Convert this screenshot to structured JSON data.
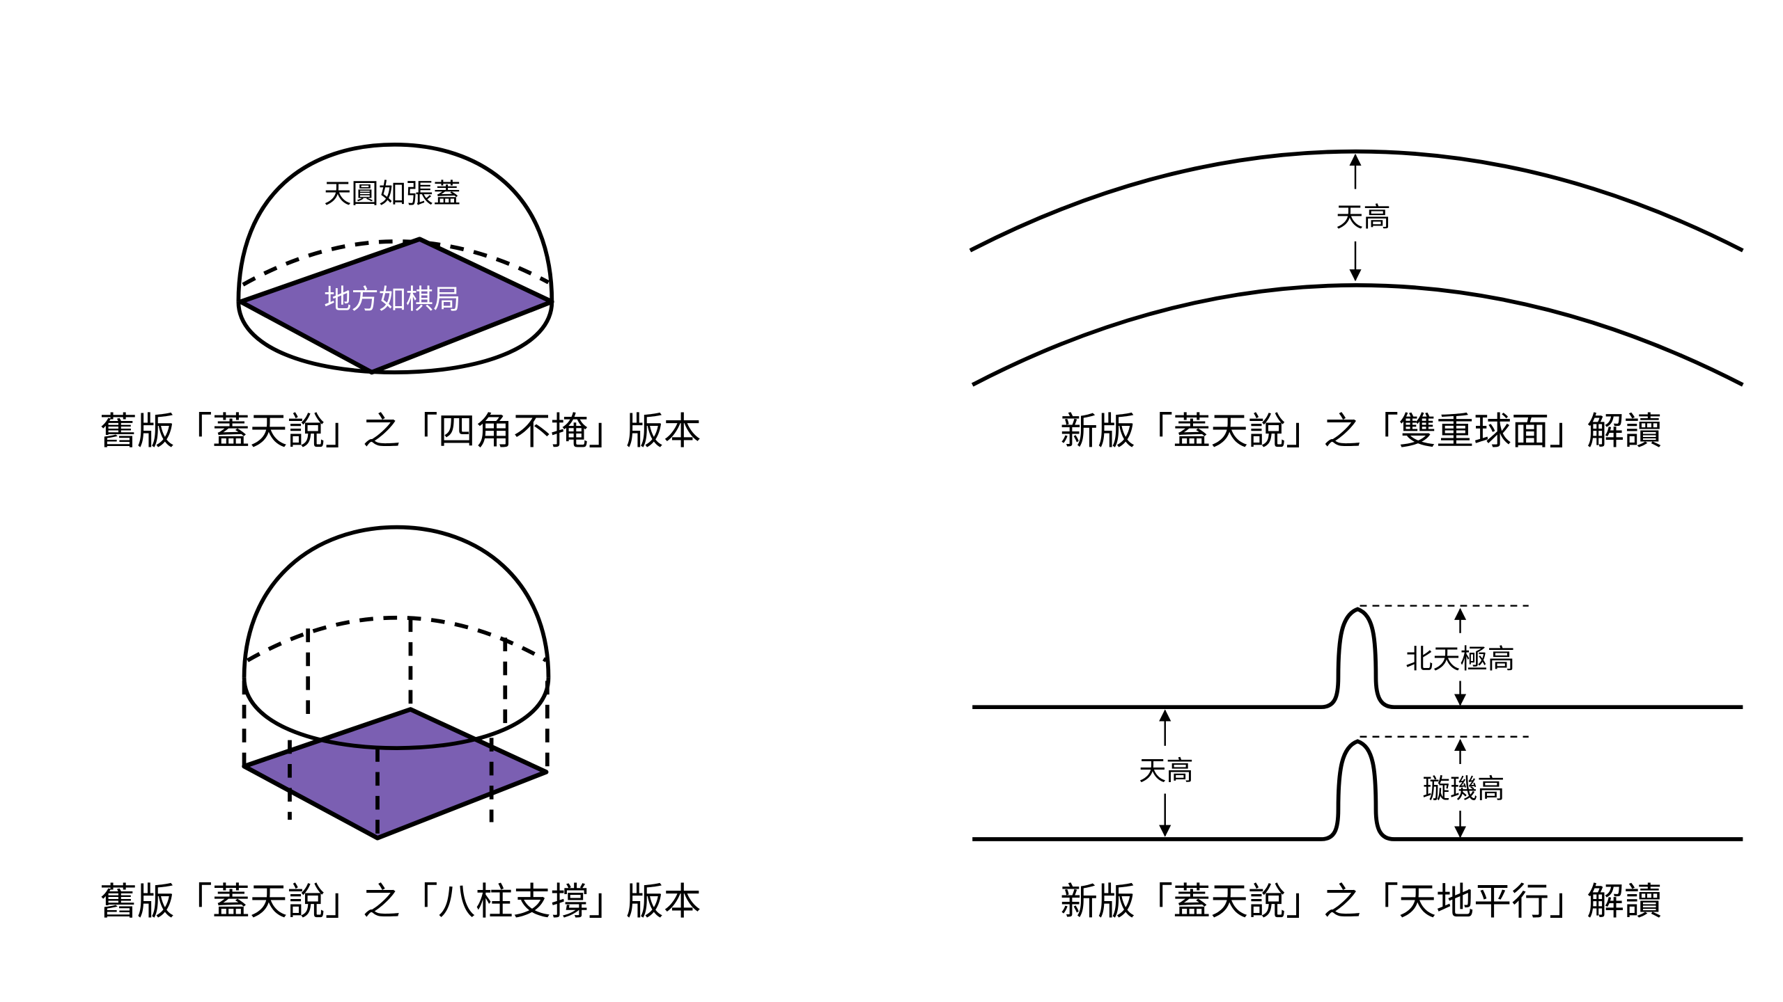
{
  "colors": {
    "earth": "#7B5FB2",
    "line": "#000000",
    "background": "#ffffff"
  },
  "panels": [
    {
      "caption": "舊版「蓋天說」之「四角不掩」版本",
      "sky_label": "天圓如張蓋",
      "earth_label": "地方如棋局"
    },
    {
      "caption": "新版「蓋天說」之「雙重球面」解讀",
      "height_label": "天高"
    },
    {
      "caption": "舊版「蓋天說」之「八柱支撐」版本"
    },
    {
      "caption": "新版「蓋天說」之「天地平行」解讀",
      "height_label": "天高",
      "pole_label": "北天極高",
      "xuanji_label": "璇璣高"
    }
  ]
}
